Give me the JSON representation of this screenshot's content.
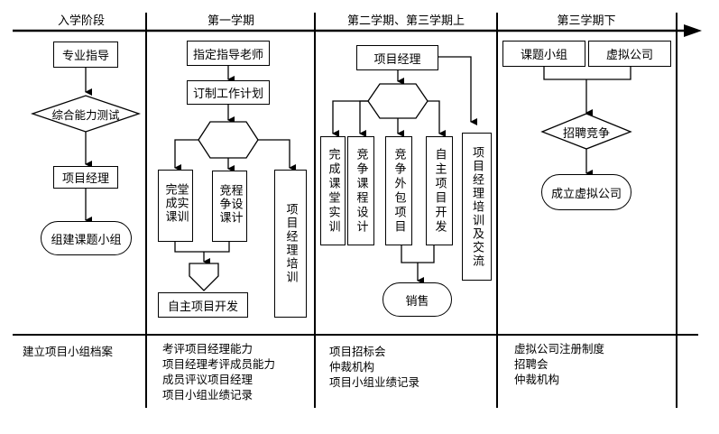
{
  "phases": [
    {
      "title": "入学阶段"
    },
    {
      "title": "第一学期"
    },
    {
      "title": "第二学期、第三学期上"
    },
    {
      "title": "第三学期下"
    }
  ],
  "phase1": {
    "box1": "专业指导",
    "decision": "综合能力测试",
    "box2": "项目经理",
    "terminal": "组建课题小组",
    "notes": [
      "建立项目小组档案"
    ]
  },
  "phase2": {
    "box1": "指定指导老师",
    "box2": "订制工作计划",
    "branch1": "完成课堂实训",
    "branch2": "竞争课程设计",
    "branch3": "项目经理培训",
    "merge_box": "自主项目开发",
    "notes": [
      "考评项目经理能力",
      "项目经理考评成员能力",
      "成员评议项目经理",
      "项目小组业绩记录"
    ]
  },
  "phase3": {
    "box1": "项目经理",
    "branch1": "完成课堂实训",
    "branch2": "竞争课程设计",
    "branch3": "竞争外包项目",
    "branch4": "自主项目开发",
    "side": "项目经理培训及交流",
    "terminal": "销售",
    "notes": [
      "项目招标会",
      "仲裁机构",
      "项目小组业绩记录"
    ]
  },
  "phase4": {
    "box1": "课题小组",
    "box2": "虚拟公司",
    "decision": "招聘竞争",
    "terminal": "成立虚拟公司",
    "notes": [
      "虚拟公司注册制度",
      "招聘会",
      "仲裁机构"
    ]
  }
}
